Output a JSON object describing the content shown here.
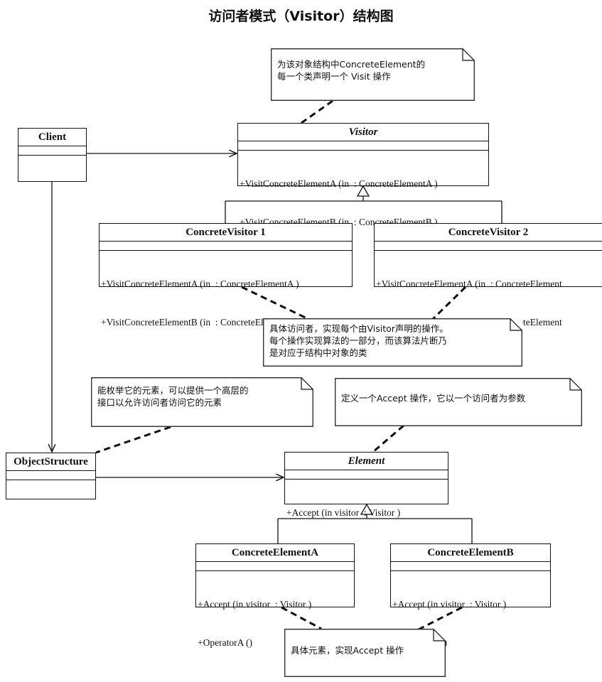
{
  "title": "访问者模式（Visitor）结构图",
  "classes": {
    "client": {
      "name": "Client",
      "ops": []
    },
    "visitor": {
      "name": "Visitor",
      "ops": [
        "+VisitConcreteElementA (in  : ConcreteElementA )",
        "+VisitConcreteElementB (in  : ConcreteElementB )"
      ]
    },
    "cv1": {
      "name": "ConcreteVisitor 1",
      "ops": [
        "+VisitConcreteElementA (in  : ConcreteElementA )",
        "+VisitConcreteElementB (in  : ConcreteElementB )"
      ]
    },
    "cv2": {
      "name": "ConcreteVisitor 2",
      "ops": [
        "+VisitConcreteElementA (in  : ConcreteElement",
        "+VisitConcreteElementB (in  : ConcreteElement"
      ]
    },
    "objstruct": {
      "name": "ObjectStructure",
      "ops": []
    },
    "element": {
      "name": "Element",
      "ops": [
        "+Accept (in visitor  : Visitor )"
      ]
    },
    "cea": {
      "name": "ConcreteElementA",
      "ops": [
        "+Accept (in visitor  : Visitor )",
        "+OperatorA ()"
      ]
    },
    "ceb": {
      "name": "ConcreteElementB",
      "ops": [
        "+Accept (in visitor  : Visitor )",
        "+OperatorB ()"
      ]
    }
  },
  "notes": {
    "visitor_note": [
      "为该对象结构中ConcreteElement的",
      "每一个类声明一个 Visit 操作"
    ],
    "cv_note": [
      "具体访问者，实现每个由Visitor声明的操作。",
      "每个操作实现算法的一部分，而该算法片断乃",
      "是对应于结构中对象的类"
    ],
    "os_note": [
      "能枚举它的元素，可以提供一个高层的",
      "接口以允许访问者访问它的元素"
    ],
    "element_note": [
      "定义一个Accept 操作，它以一个访问者为参数"
    ],
    "ce_note": [
      "具体元素，实现Accept 操作"
    ]
  }
}
